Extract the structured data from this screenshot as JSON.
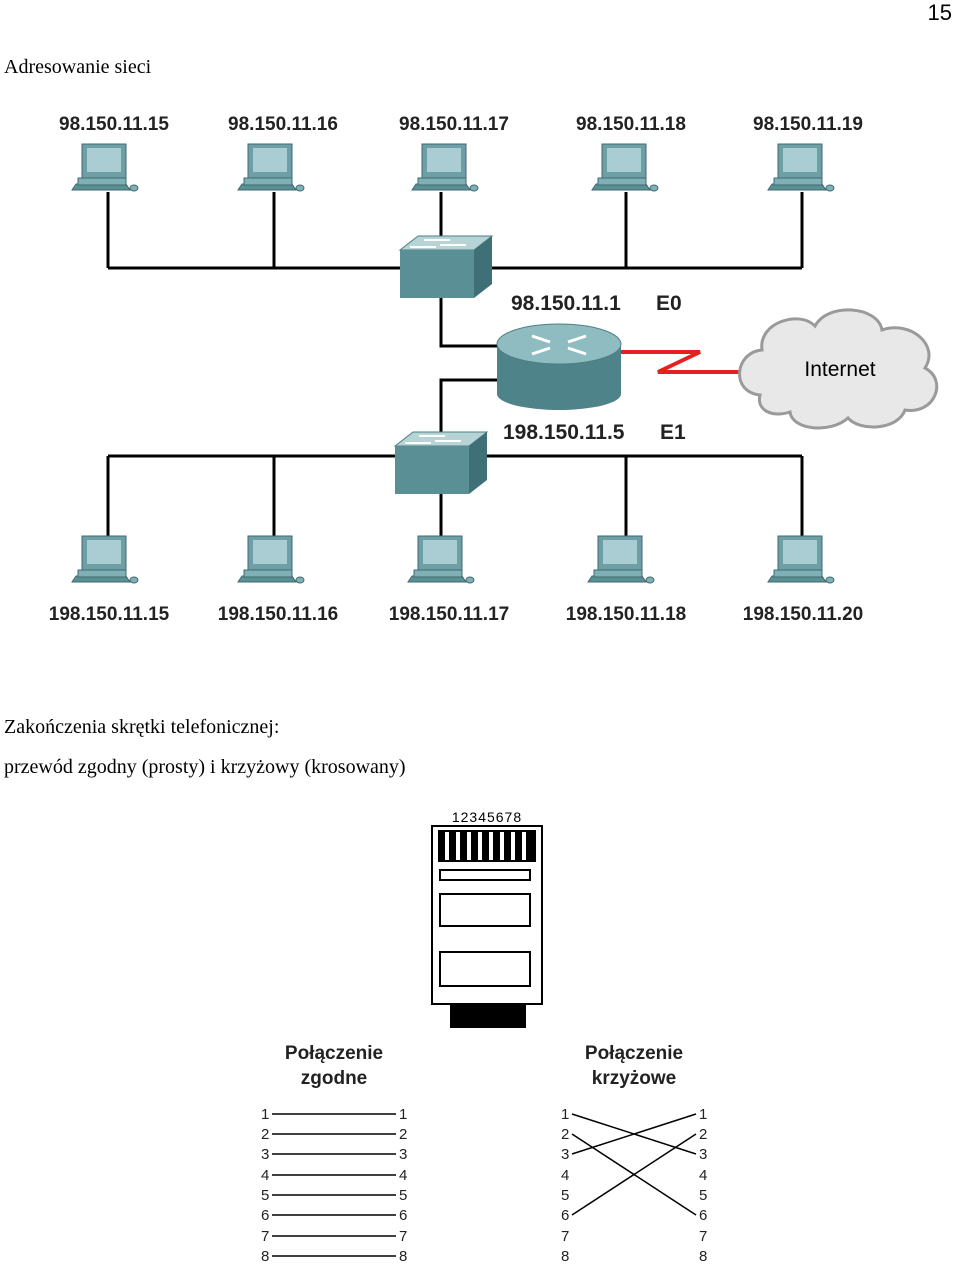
{
  "page_number": "15",
  "section_title": "Adresowanie sieci",
  "network": {
    "top_hosts": [
      "98.150.11.15",
      "98.150.11.16",
      "98.150.11.17",
      "98.150.11.18",
      "98.150.11.19"
    ],
    "bottom_hosts": [
      "198.150.11.15",
      "198.150.11.16",
      "198.150.11.17",
      "198.150.11.18",
      "198.150.11.20"
    ],
    "router_e0_ip": "98.150.11.1",
    "router_e0_label": "E0",
    "router_e1_ip": "198.150.11.5",
    "router_e1_label": "E1",
    "cloud_label": "Internet",
    "colors": {
      "device": "#5b8f96",
      "device_light": "#9fc3c8",
      "wan_link": "#e52020",
      "cloud": "#e6e6e6"
    },
    "icons": [
      "host-computer-icon",
      "switch-icon",
      "router-icon",
      "internet-cloud-icon"
    ]
  },
  "text": {
    "line1": "Zakończenia skrętki telefonicznej:",
    "line2": "przewód zgodny (prosty) i krzyżowy (krosowany)"
  },
  "connector": {
    "pin_numbers": "12345678",
    "icon": "rj45-connector-icon"
  },
  "straight": {
    "title_line1": "Połączenie",
    "title_line2": "zgodne",
    "left_pins": [
      "1",
      "2",
      "3",
      "4",
      "5",
      "6",
      "7",
      "8"
    ],
    "right_pins": [
      "1",
      "2",
      "3",
      "4",
      "5",
      "6",
      "7",
      "8"
    ]
  },
  "crossover": {
    "title_line1": "Połączenie",
    "title_line2": "krzyżowe",
    "left_pins": [
      "1",
      "2",
      "3",
      "4",
      "5",
      "6",
      "7",
      "8"
    ],
    "right_pins": [
      "1",
      "2",
      "3",
      "4",
      "5",
      "6",
      "7",
      "8"
    ],
    "mapping": [
      [
        1,
        3
      ],
      [
        2,
        6
      ],
      [
        3,
        1
      ],
      [
        6,
        2
      ]
    ]
  }
}
